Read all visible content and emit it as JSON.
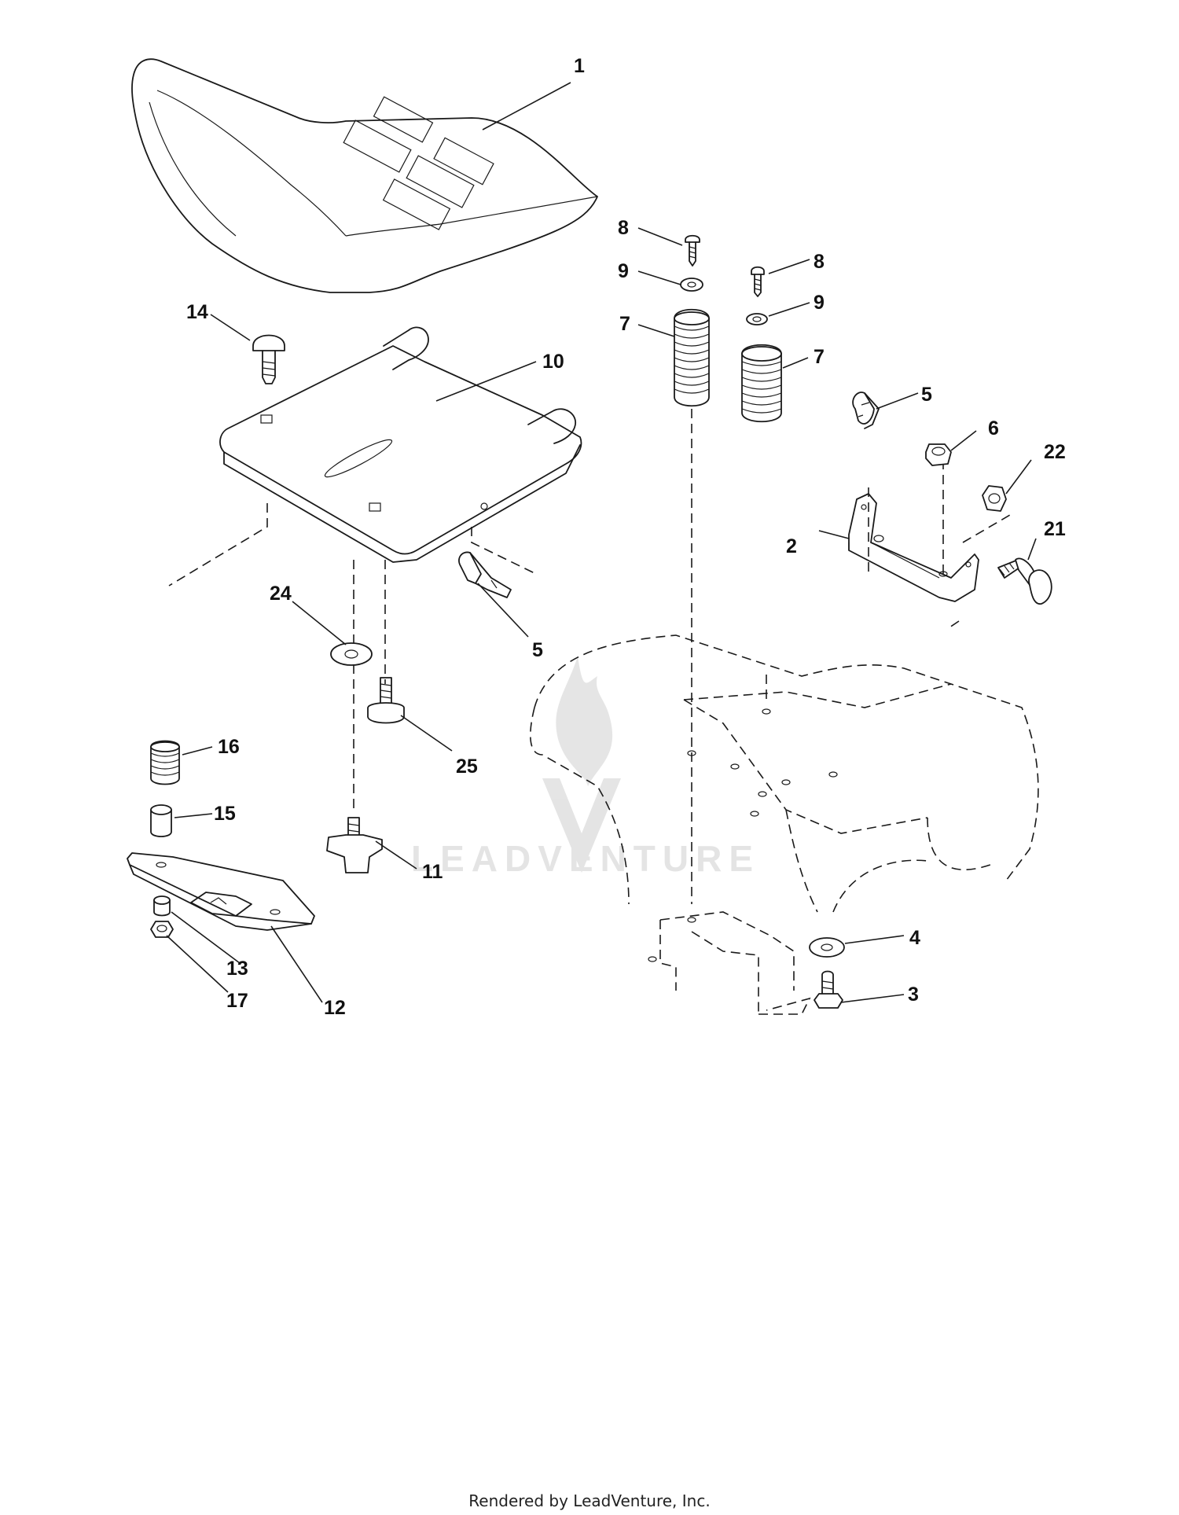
{
  "footer": {
    "text": "Rendered by LeadVenture, Inc."
  },
  "watermark": {
    "text": "LEADVENTURE",
    "icon": "flame-v-logo-icon",
    "color": "#cfcfcf"
  },
  "callouts": [
    {
      "key": "seat",
      "label": "1"
    },
    {
      "key": "pan-bracket",
      "label": "2"
    },
    {
      "key": "bolt-bottom",
      "label": "3"
    },
    {
      "key": "washer-bottom",
      "label": "4"
    },
    {
      "key": "clip-right",
      "label": "5"
    },
    {
      "key": "clip-left",
      "label": "5"
    },
    {
      "key": "nut-right",
      "label": "6"
    },
    {
      "key": "spring-left",
      "label": "7"
    },
    {
      "key": "spring-right",
      "label": "7"
    },
    {
      "key": "screw-left",
      "label": "8"
    },
    {
      "key": "screw-right",
      "label": "8"
    },
    {
      "key": "washer-left",
      "label": "9"
    },
    {
      "key": "washer-right",
      "label": "9"
    },
    {
      "key": "seat-pan",
      "label": "10"
    },
    {
      "key": "knob",
      "label": "11"
    },
    {
      "key": "slide-rail",
      "label": "12"
    },
    {
      "key": "nut-13",
      "label": "13"
    },
    {
      "key": "carriage-bolt",
      "label": "14"
    },
    {
      "key": "spacer",
      "label": "15"
    },
    {
      "key": "spring-16",
      "label": "16"
    },
    {
      "key": "nut-17",
      "label": "17"
    },
    {
      "key": "bolt-21",
      "label": "21"
    },
    {
      "key": "nut-22",
      "label": "22"
    },
    {
      "key": "washer-24",
      "label": "24"
    },
    {
      "key": "bolt-25",
      "label": "25"
    }
  ]
}
